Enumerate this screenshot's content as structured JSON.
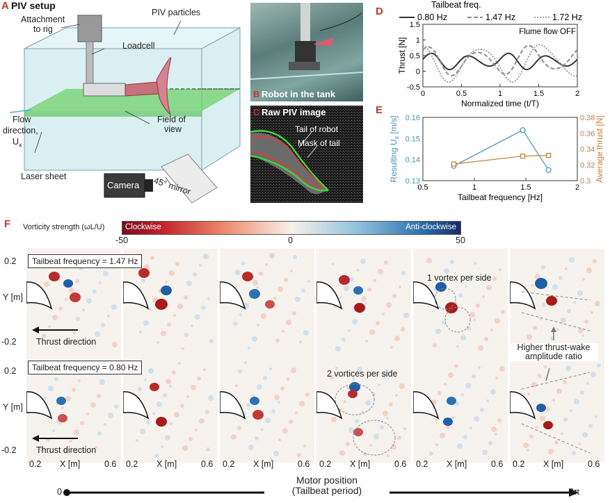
{
  "panelA": {
    "letter": "A",
    "title": "PIV setup",
    "labels": {
      "attachment": "Attachment",
      "attachment2": "to rig",
      "loadcell": "Loadcell",
      "particles": "PIV particles",
      "flow1": "Flow",
      "flow2": "direction,",
      "flow3": "U",
      "flow3sub": "x",
      "fov1": "Field of",
      "fov2": "view",
      "laser": "Laser sheet",
      "camera": "Camera",
      "mirror": "45° mirror"
    }
  },
  "panelB": {
    "letter": "B",
    "title": "Robot in the tank"
  },
  "panelC": {
    "letter": "C",
    "title": "Raw PIV image",
    "tail": "Tail of robot",
    "mask": "Mask of tail"
  },
  "panelD": {
    "letter": "D",
    "colors": {
      "s080": "#333333",
      "s147": "#8c8c8c",
      "s172": "#a890b0"
    },
    "chart_data": {
      "type": "line",
      "title": "",
      "xlabel": "Normalized time (t/T)",
      "ylabel": "Thrust [N]",
      "xlim": [
        0,
        2
      ],
      "ylim": [
        -0.5,
        1.5
      ],
      "xticks": [
        0,
        0.5,
        1,
        1.5,
        2
      ],
      "yticks": [
        -0.5,
        0,
        0.5,
        1,
        1.5
      ],
      "legend_title": "Tailbeat freq.",
      "annotation": "Flume flow OFF",
      "series": [
        {
          "name": "0.80 Hz",
          "style": "solid",
          "mean": 0.32,
          "amp": 0.28,
          "harmonic": 4,
          "phase": 0.3
        },
        {
          "name": "1.47 Hz",
          "style": "dashed",
          "mean": 0.34,
          "amp": 0.52,
          "harmonic": 3,
          "phase": 1.1
        },
        {
          "name": "1.72 Hz",
          "style": "dotted",
          "mean": 0.34,
          "amp": 0.72,
          "harmonic": 2.5,
          "phase": 2.0
        }
      ]
    }
  },
  "panelE": {
    "letter": "E",
    "colors": {
      "left": "#4a90b8",
      "right": "#c87a3a"
    },
    "chart_data": {
      "type": "scatter",
      "xlabel": "Tailbeat frequency [Hz]",
      "ylabel_left": "Resulting  U",
      "ylabel_left_sub": "x",
      "ylabel_left_unit": "  [m/s]",
      "ylabel_right": "Average thrust [N]",
      "xlim": [
        0.5,
        2
      ],
      "ylim_left": [
        0.13,
        0.16
      ],
      "ylim_right": [
        0.3,
        0.38
      ],
      "xticks": [
        0.5,
        1,
        1.5,
        2
      ],
      "yticks_left": [
        0.13,
        0.14,
        0.15,
        0.16
      ],
      "yticks_right": [
        0.3,
        0.32,
        0.34,
        0.36,
        0.38
      ],
      "series": [
        {
          "name": "Resulting Ux",
          "axis": "left",
          "marker": "circle",
          "x": [
            0.8,
            1.47,
            1.72
          ],
          "y": [
            0.137,
            0.154,
            0.135
          ]
        },
        {
          "name": "Average thrust",
          "axis": "right",
          "marker": "square",
          "x": [
            0.8,
            1.47,
            1.72
          ],
          "y": [
            0.321,
            0.331,
            0.332
          ]
        }
      ]
    }
  },
  "panelF": {
    "letter": "F",
    "cbar_title": "Vorticity strength (ωL/U)",
    "cbar_left": "Clockwise",
    "cbar_right": "Anti-clockwise",
    "cbar_ticks": [
      "-50",
      "0",
      "50"
    ],
    "row1_label": "Tailbeat frequency = 1.47 Hz",
    "row2_label": "Tailbeat frequency = 0.80 Hz",
    "ytick_top": "0.2",
    "ytick_bottom": "-0.2",
    "ylabel": "Y [m]",
    "xtick_left": "0.2",
    "xtick_right": "0.6",
    "xlabel": "X [m]",
    "thrust_dir": "Thrust direction",
    "ann_1vortex": "1 vortex per side",
    "ann_2vortices": "2 vortices per side",
    "ann_ratio1": "Higher thrust-wake",
    "ann_ratio2": "amplitude ratio",
    "motor1": "Motor position",
    "motor2": "(Tailbeat period)",
    "motor_start": "0",
    "motor_end": "2π"
  }
}
